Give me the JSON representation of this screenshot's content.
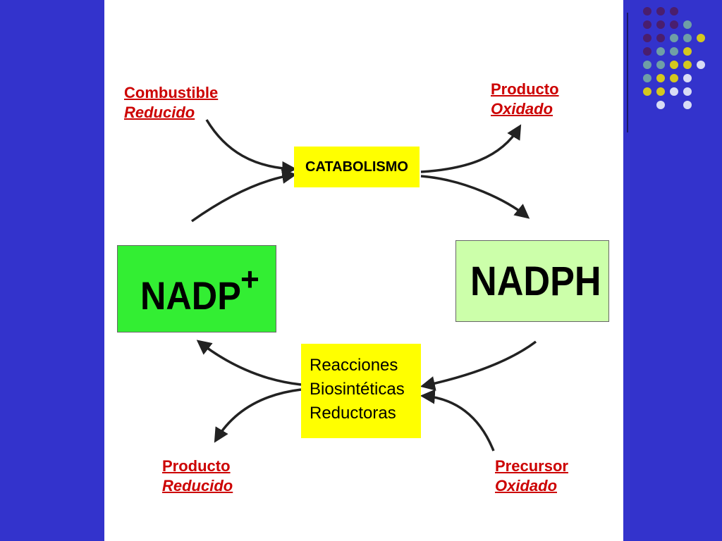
{
  "labels": {
    "fuel_line1": "Combustible",
    "fuel_line2": "Reducido",
    "prod_ox_line1": "Producto",
    "prod_ox_line2": "Oxidado",
    "prod_red_line1": "Producto",
    "prod_red_line2": "Reducido",
    "prec_line1": "Precursor",
    "prec_line2": "Oxidado"
  },
  "boxes": {
    "catabolism": "CATABOLISMO",
    "nadp": "NADP",
    "nadp_sup": "+",
    "nadph": "NADPH",
    "reactions": [
      "Reacciones",
      "Biosintéticas",
      "Reductoras"
    ]
  },
  "colors": {
    "background": "#3333cc",
    "label_red": "#cc0000",
    "box_yellow": "#ffff00",
    "nadp_green": "#33ee33",
    "nadph_green": "#ccffaa"
  }
}
